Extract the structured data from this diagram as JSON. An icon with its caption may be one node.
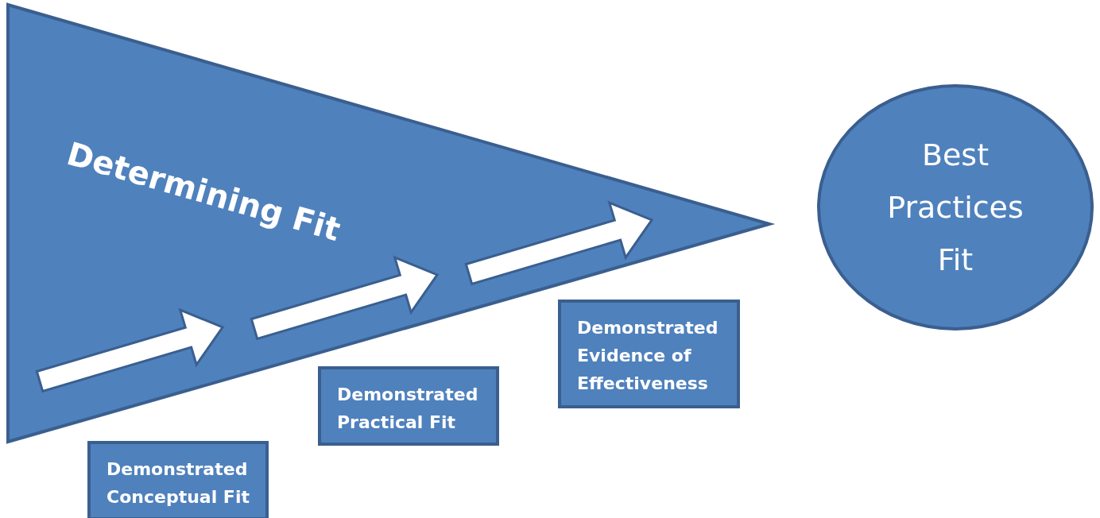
{
  "diagram": {
    "nodes": [
      {
        "text": [
          "Determining Fit"
        ]
      },
      {
        "text": [
          "Best Practices Fit"
        ]
      },
      {
        "text": [
          "Demonstrated Conceptual Fit"
        ]
      },
      {
        "text": [
          "Demonstrated Practical Fit"
        ]
      },
      {
        "text": [
          "Demonstrated Evidence of Effectiveness"
        ]
      }
    ],
    "edges": []
  }
}
